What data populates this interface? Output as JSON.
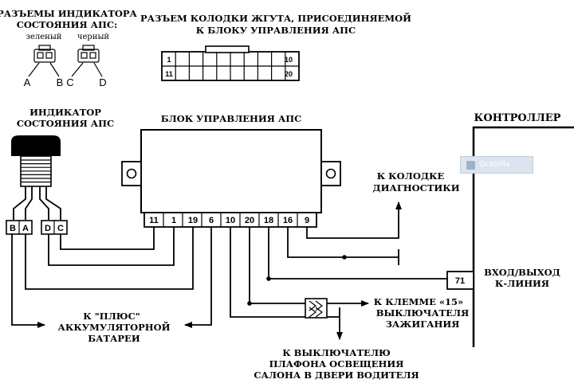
{
  "connectors_title": [
    "РАЗЪЕМЫ ИНДИКАТОРА",
    "СОСТОЯНИЯ АПС:"
  ],
  "connector_green": "зеленый",
  "connector_black": "черный",
  "letters": {
    "A": "A",
    "B": "B",
    "C": "C",
    "D": "D"
  },
  "harness_title": [
    "РАЗЪЕМ КОЛОДКИ ЖГУТА, ПРИСОЕДИНЯЕМОЙ",
    "К БЛОКУ УПРАВЛЕНИЯ АПС"
  ],
  "harness_pins": {
    "top_left": "1",
    "top_right": "10",
    "bottom_left": "11",
    "bottom_right": "20"
  },
  "indicator_title": [
    "ИНДИКАТОР",
    "СОСТОЯНИЯ АПС"
  ],
  "indicator_pins": [
    "B",
    "A",
    "D",
    "C"
  ],
  "control_unit_title": "БЛОК УПРАВЛЕНИЯ АПС",
  "control_unit_pins": [
    "11",
    "1",
    "19",
    "6",
    "10",
    "20",
    "18",
    "16",
    "9"
  ],
  "controller_title": "КОНТРОЛЛЕР",
  "controller_pin": "71",
  "kline_label": [
    "ВХОД/ВЫХОД",
    "К-ЛИНИЯ"
  ],
  "diag_label": [
    "К КОЛОДКЕ",
    "ДИАГНОСТИКИ"
  ],
  "battery_label": [
    "К \"ПЛЮС\"",
    "АККУМУЛЯТОРНОЙ",
    "БАТАРЕИ"
  ],
  "ignition_label": [
    "К КЛЕММЕ «15»",
    "ВЫКЛЮЧАТЕЛЯ",
    "ЗАЖИГАНИЯ"
  ],
  "lamp_label": [
    "К ВЫКЛЮЧАТЕЛЮ",
    "ПЛАФОНА ОСВЕЩЕНИЯ",
    "САЛОНА В ДВЕРИ ВОДИТЕЛЯ"
  ],
  "grabilla": "Grabilla"
}
